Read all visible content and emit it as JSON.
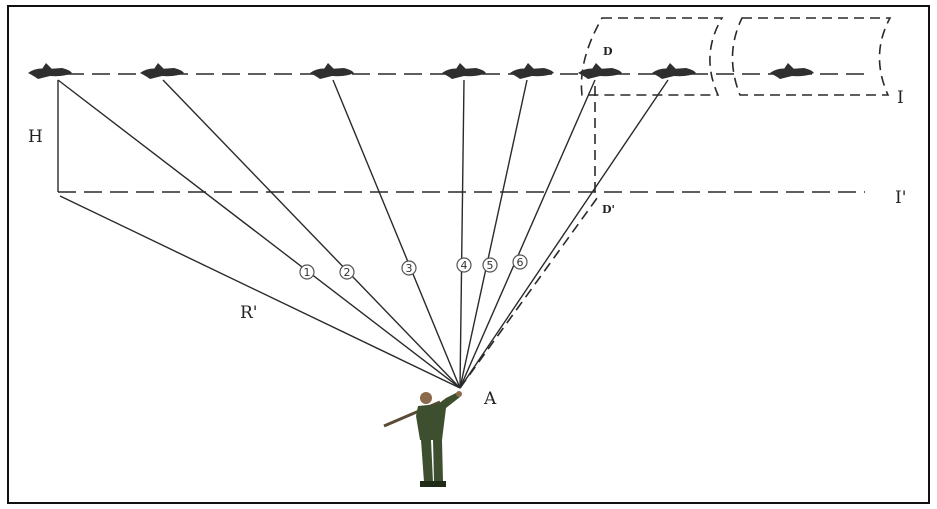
{
  "labels": {
    "H": "H",
    "I": "I",
    "I_prime": "I'",
    "D": "D",
    "D_prime": "D'",
    "R_prime": "R'",
    "A": "A"
  },
  "sight_numbers": [
    "1",
    "2",
    "3",
    "4",
    "5",
    "6"
  ],
  "icons": {
    "aircraft": "aircraft-silhouette-icon",
    "observer": "soldier-with-rifle-icon"
  }
}
